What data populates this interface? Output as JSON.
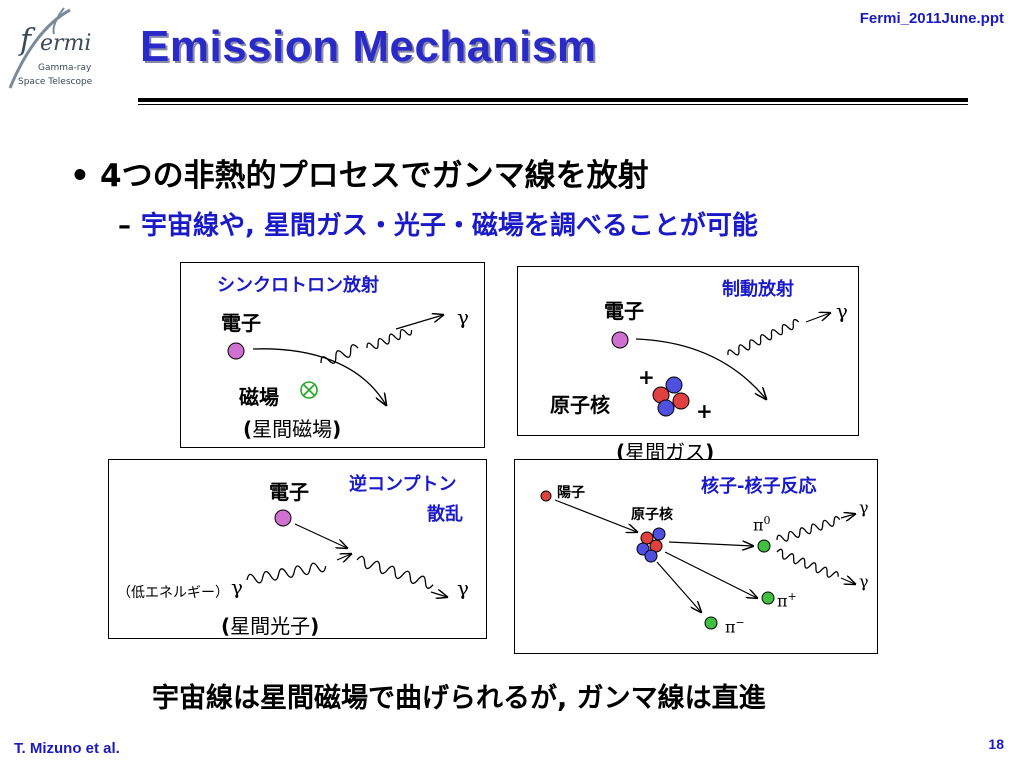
{
  "header": {
    "logo": {
      "name": "ermi",
      "line1": "Gamma-ray",
      "line2": "Space Telescope"
    },
    "title": "Emission Mechanism",
    "filename": "Fermi_2011June.ppt"
  },
  "bullets": {
    "main": "4つの非熱的プロセスでガンマ線を放射",
    "sub": "宇宙線や, 星間ガス・光子・磁場を調べることが可能",
    "sub_dash": "–"
  },
  "panels": {
    "synchrotron": {
      "title": "シンクロトロン放射",
      "electron": "電子",
      "gamma": "γ",
      "field": "磁場",
      "source_open": "(",
      "source": "星間磁場",
      "source_close": ")"
    },
    "bremsstrahlung": {
      "title": "制動放射",
      "electron": "電子",
      "nucleus": "原子核",
      "gamma": "γ",
      "plus1": "+",
      "plus2": "+",
      "source_open": "(",
      "source": "星間ガス",
      "source_close": ")"
    },
    "inverse_compton": {
      "title_line1": "逆コンプトン",
      "title_line2": "散乱",
      "electron": "電子",
      "low_energy": "（低エネルギー）",
      "gamma_in": "γ",
      "gamma_out": "γ",
      "source_open": "(",
      "source": "星間光子",
      "source_close": ")"
    },
    "nucleon": {
      "title": "核子-核子反応",
      "proton": "陽子",
      "nucleus": "原子核",
      "pi0": "π",
      "pi0_sup": "0",
      "pip": "π",
      "pip_sup": "+",
      "pim": "π",
      "pim_sup": "−",
      "gamma1": "γ",
      "gamma2": "γ"
    }
  },
  "conclusion": "宇宙線は星間磁場で曲げられるが, ガンマ線は直進",
  "footer": {
    "author": "T. Mizuno et al.",
    "page": "18"
  },
  "colors": {
    "title_blue": "#2a2ac8",
    "accent_blue": "#1a1ac8",
    "electron": "#d070d0",
    "nucleon_red": "#e04040",
    "nucleon_blue": "#5050e0",
    "pion": "#40c040"
  }
}
